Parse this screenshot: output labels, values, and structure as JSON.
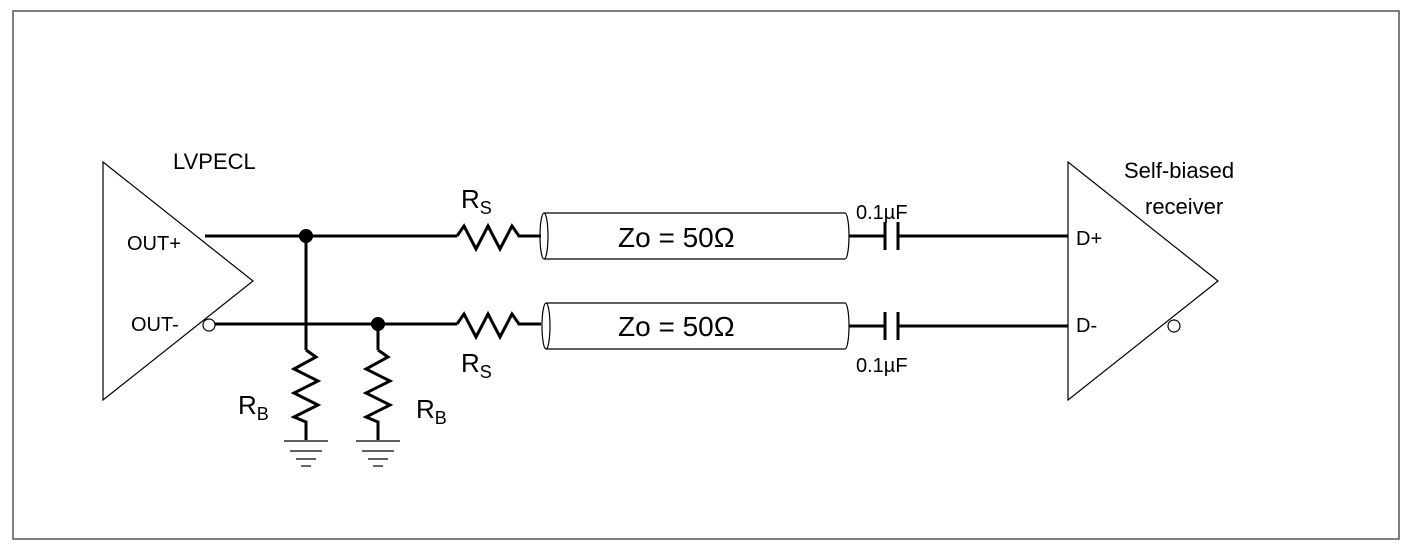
{
  "driver": {
    "title": "LVPECL",
    "pin_pos": "OUT+",
    "pin_neg": "OUT-"
  },
  "receiver": {
    "title_line1": "Self-biased",
    "title_line2": "receiver",
    "pin_pos": "D+",
    "pin_neg": "D-"
  },
  "series_resistor": {
    "main": "R",
    "sub": "S"
  },
  "bias_resistor": {
    "main": "R",
    "sub": "B"
  },
  "transmission_line": {
    "label": "Zo = 50Ω"
  },
  "capacitor": {
    "label": "0.1µF"
  },
  "colors": {
    "line": "#000000",
    "frame": "#555555",
    "background": "#ffffff"
  }
}
